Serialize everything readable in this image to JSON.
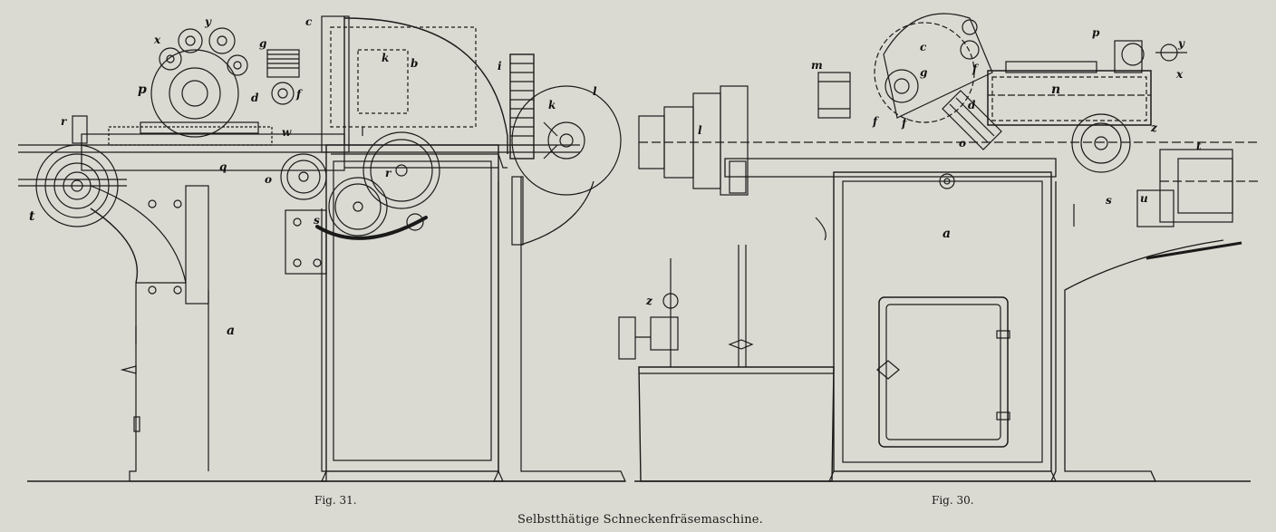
{
  "figures": [
    {
      "caption": "Fig. 31."
    },
    {
      "caption": "Fig. 30."
    }
  ],
  "main_title": "Selbstthätige Schneckenfräsemaschine.",
  "fig31_labels": {
    "x": "x",
    "y": "y",
    "p": "p",
    "g": "g",
    "c": "c",
    "k": "k",
    "b": "b",
    "i": "i",
    "l": "l",
    "d": "d",
    "f": "f",
    "r": "r",
    "w": "w",
    "q": "q",
    "o": "o",
    "t": "t",
    "a": "a",
    "kk": "k",
    "s": "s"
  },
  "fig30_labels": {
    "c": "c",
    "g": "g",
    "m": "m",
    "f1": "f",
    "f2": "f",
    "d": "d",
    "p": "p",
    "y": "y",
    "x": "x",
    "n": "n",
    "z": "z",
    "o": "o",
    "t": "t",
    "s": "s",
    "u": "u",
    "a": "a",
    "l": "l",
    "z2": "z"
  },
  "colors": {
    "ink": "#1a1a1a",
    "paper": "#dbdad2"
  }
}
